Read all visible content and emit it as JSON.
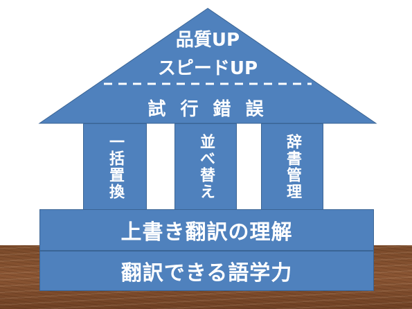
{
  "roof": {
    "line1": "品質UP",
    "line2": "スピードUP",
    "line3": "試 行 錯 誤"
  },
  "pillars": [
    "一括置換",
    "並べ替え",
    "辞書管理"
  ],
  "bands": {
    "upper": "上書き翻訳の理解",
    "lower": "翻訳できる語学力"
  },
  "colors": {
    "fill": "#4f81bd",
    "border": "#3a6494",
    "text": "#ffffff",
    "ground": "#7a4a2a"
  }
}
